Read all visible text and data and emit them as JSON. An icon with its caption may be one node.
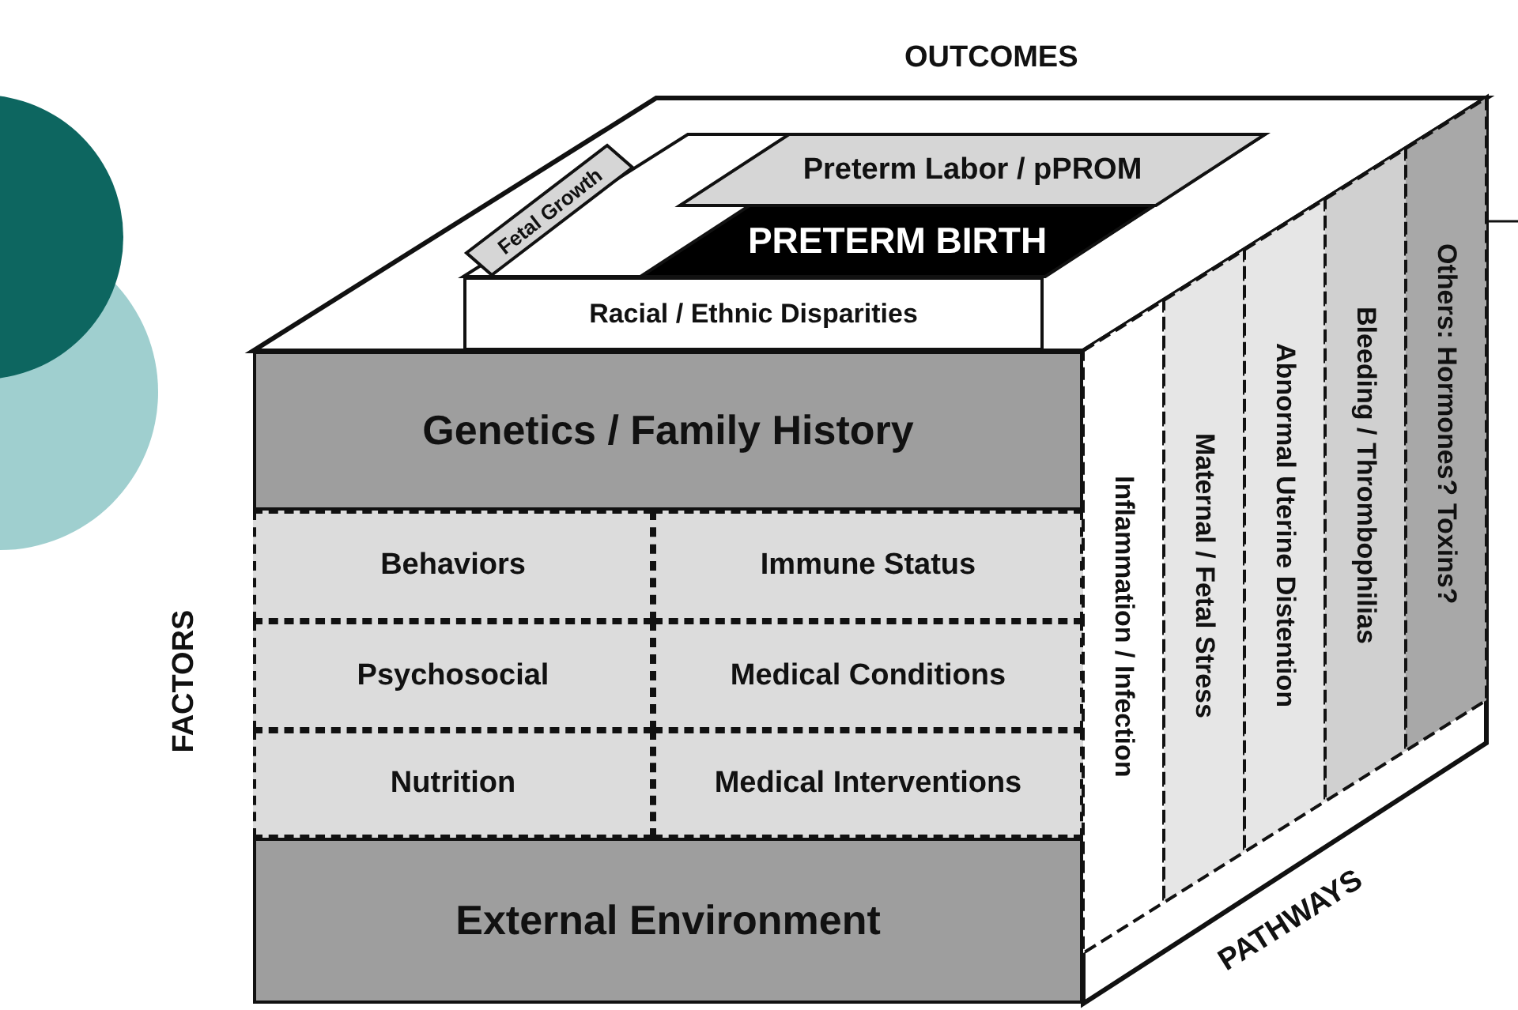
{
  "diagram": {
    "nodes": [
      {
        "text": [
          "Preterm Labor / pPROM"
        ]
      },
      {
        "text": [
          "Fetal Growth"
        ]
      },
      {
        "text": [
          "PRETERM BIRTH"
        ]
      },
      {
        "text": [
          "Racial / Ethnic Disparities"
        ]
      },
      {
        "text": [
          "Genetics / Family History"
        ]
      },
      {
        "text": [
          "Behaviors"
        ]
      },
      {
        "text": [
          "Immune Status"
        ]
      },
      {
        "text": [
          "Psychosocial"
        ]
      },
      {
        "text": [
          "Medical Conditions"
        ]
      },
      {
        "text": [
          "Nutrition"
        ]
      },
      {
        "text": [
          "Medical Interventions"
        ]
      },
      {
        "text": [
          "External Environment"
        ]
      },
      {
        "text": [
          "Inflammation / Infection"
        ]
      },
      {
        "text": [
          "Maternal / Fetal Stress"
        ]
      },
      {
        "text": [
          "Abnormal Uterine Distention"
        ]
      },
      {
        "text": [
          "Bleeding / Thrombophilias"
        ]
      },
      {
        "text": [
          "Others:  Hormones? Toxins?"
        ]
      }
    ],
    "edges": [],
    "labels": [
      "OUTCOMES",
      "FACTORS",
      "PATHWAYS"
    ]
  }
}
